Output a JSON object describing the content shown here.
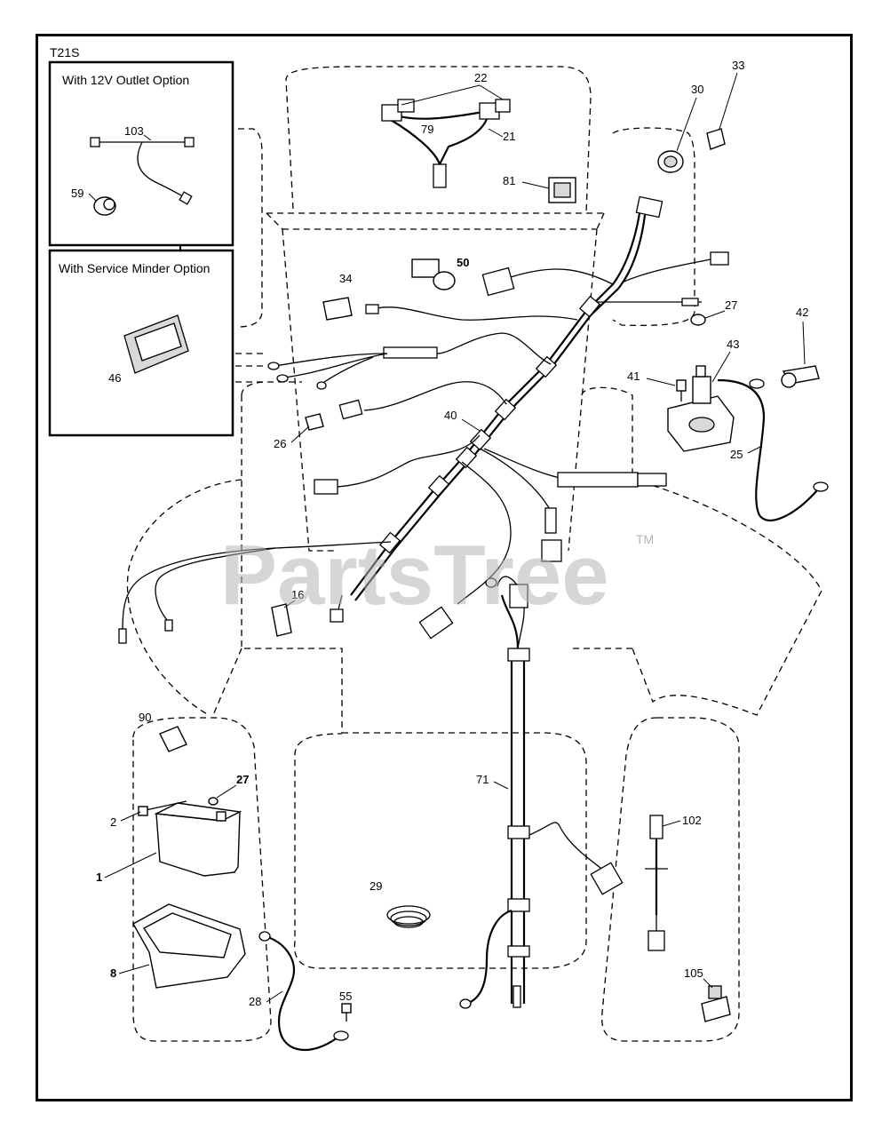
{
  "diagram": {
    "code": "T21S",
    "inset_12v_title": "With 12V Outlet Option",
    "inset_service_title": "With Service Minder Option",
    "watermark": "PartsTree",
    "watermark_tm": "TM",
    "callouts": {
      "p1": "1",
      "p2": "2",
      "p8": "8",
      "p16": "16",
      "p21": "21",
      "p22": "22",
      "p25": "25",
      "p26": "26",
      "p27a": "27",
      "p27b": "27",
      "p28": "28",
      "p29": "29",
      "p30": "30",
      "p33": "33",
      "p34": "34",
      "p40": "40",
      "p41": "41",
      "p42": "42",
      "p43": "43",
      "p46": "46",
      "p50": "50",
      "p55": "55",
      "p59": "59",
      "p71": "71",
      "p79": "79",
      "p81": "81",
      "p90": "90",
      "p102": "102",
      "p103": "103",
      "p105": "105"
    }
  }
}
